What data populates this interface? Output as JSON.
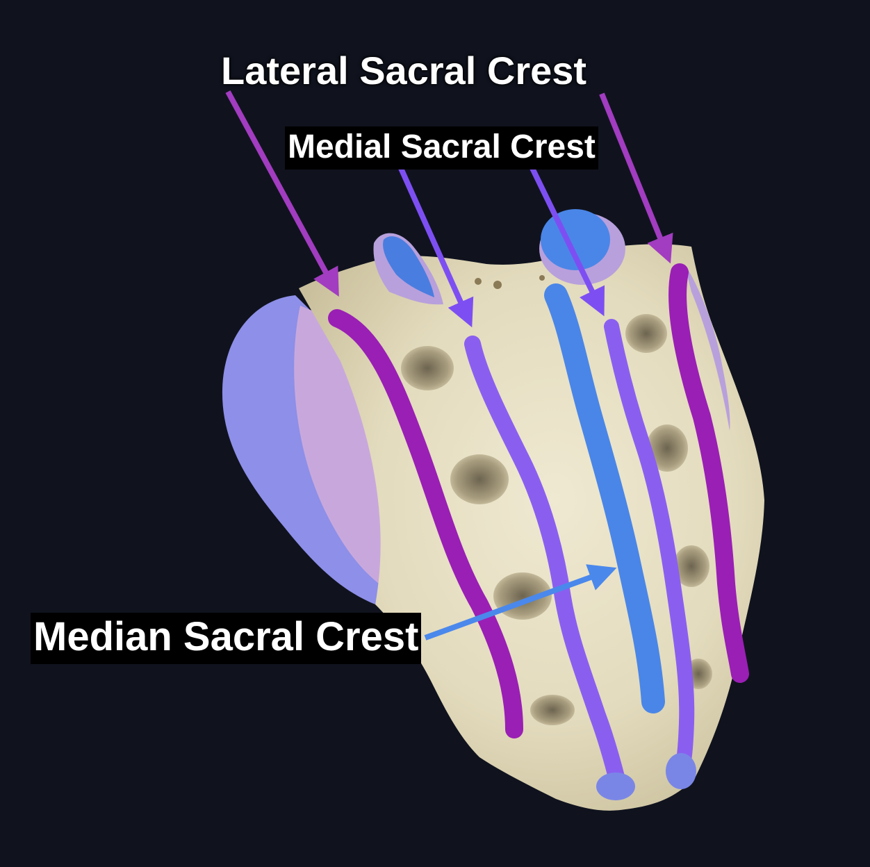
{
  "labels": {
    "lateral": "Lateral Sacral Crest",
    "medial": "Medial Sacral Crest",
    "median": "Median Sacral Crest"
  },
  "colors": {
    "background": "#10131e",
    "bone": "#e6dfc4",
    "lateral_crest": "#9a1fb5",
    "medial_crest": "#8a5ff0",
    "median_crest": "#4a86e8",
    "auricular": "#8d8fe8",
    "lateral_arrow": "#a23cc0",
    "medial_arrow": "#7d4ff2",
    "median_arrow": "#4a88ec"
  }
}
